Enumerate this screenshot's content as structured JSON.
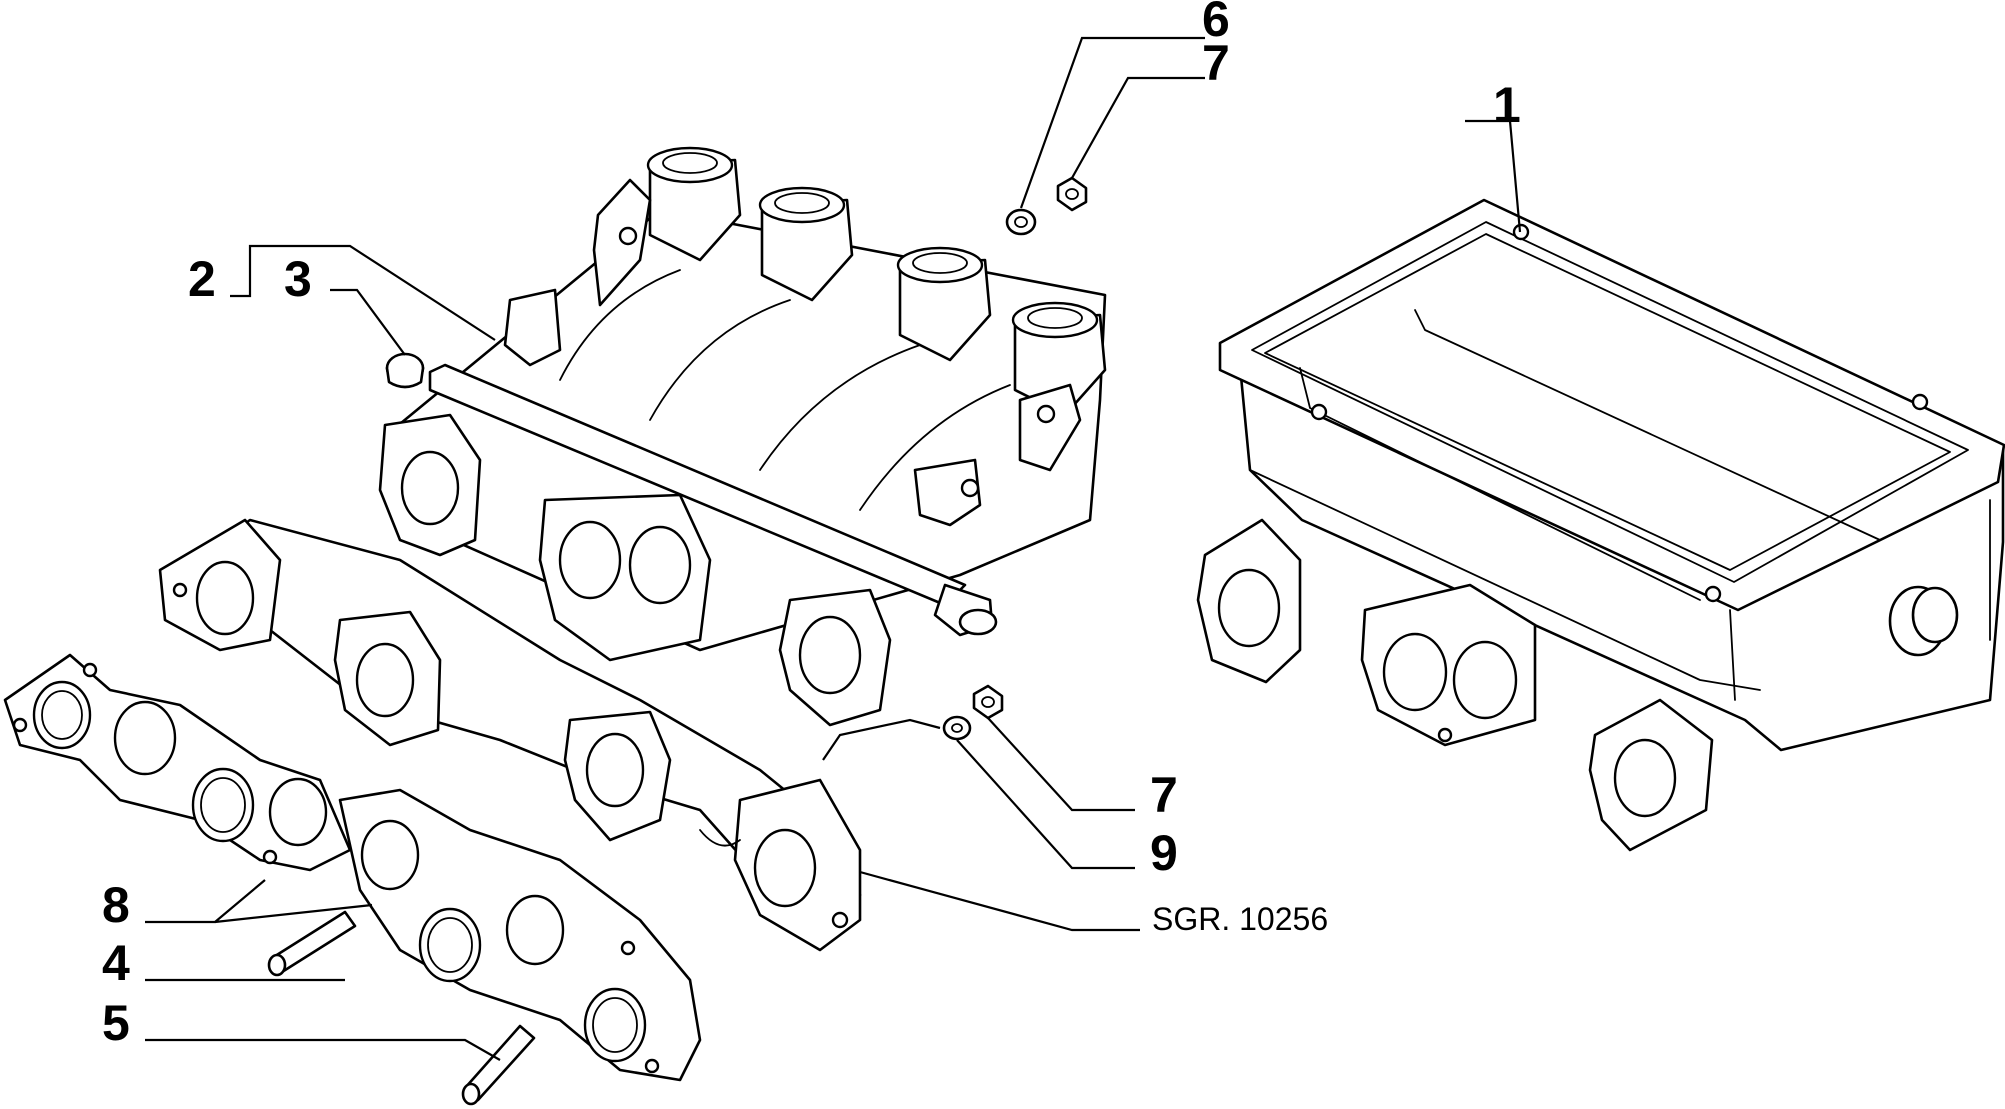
{
  "diagram": {
    "reference_code": "SGR. 10256",
    "callouts": {
      "c1": "1",
      "c2": "2",
      "c3": "3",
      "c4": "4",
      "c5": "5",
      "c6": "6",
      "c7_top": "7",
      "c7_mid": "7",
      "c8": "8",
      "c9": "9"
    }
  }
}
